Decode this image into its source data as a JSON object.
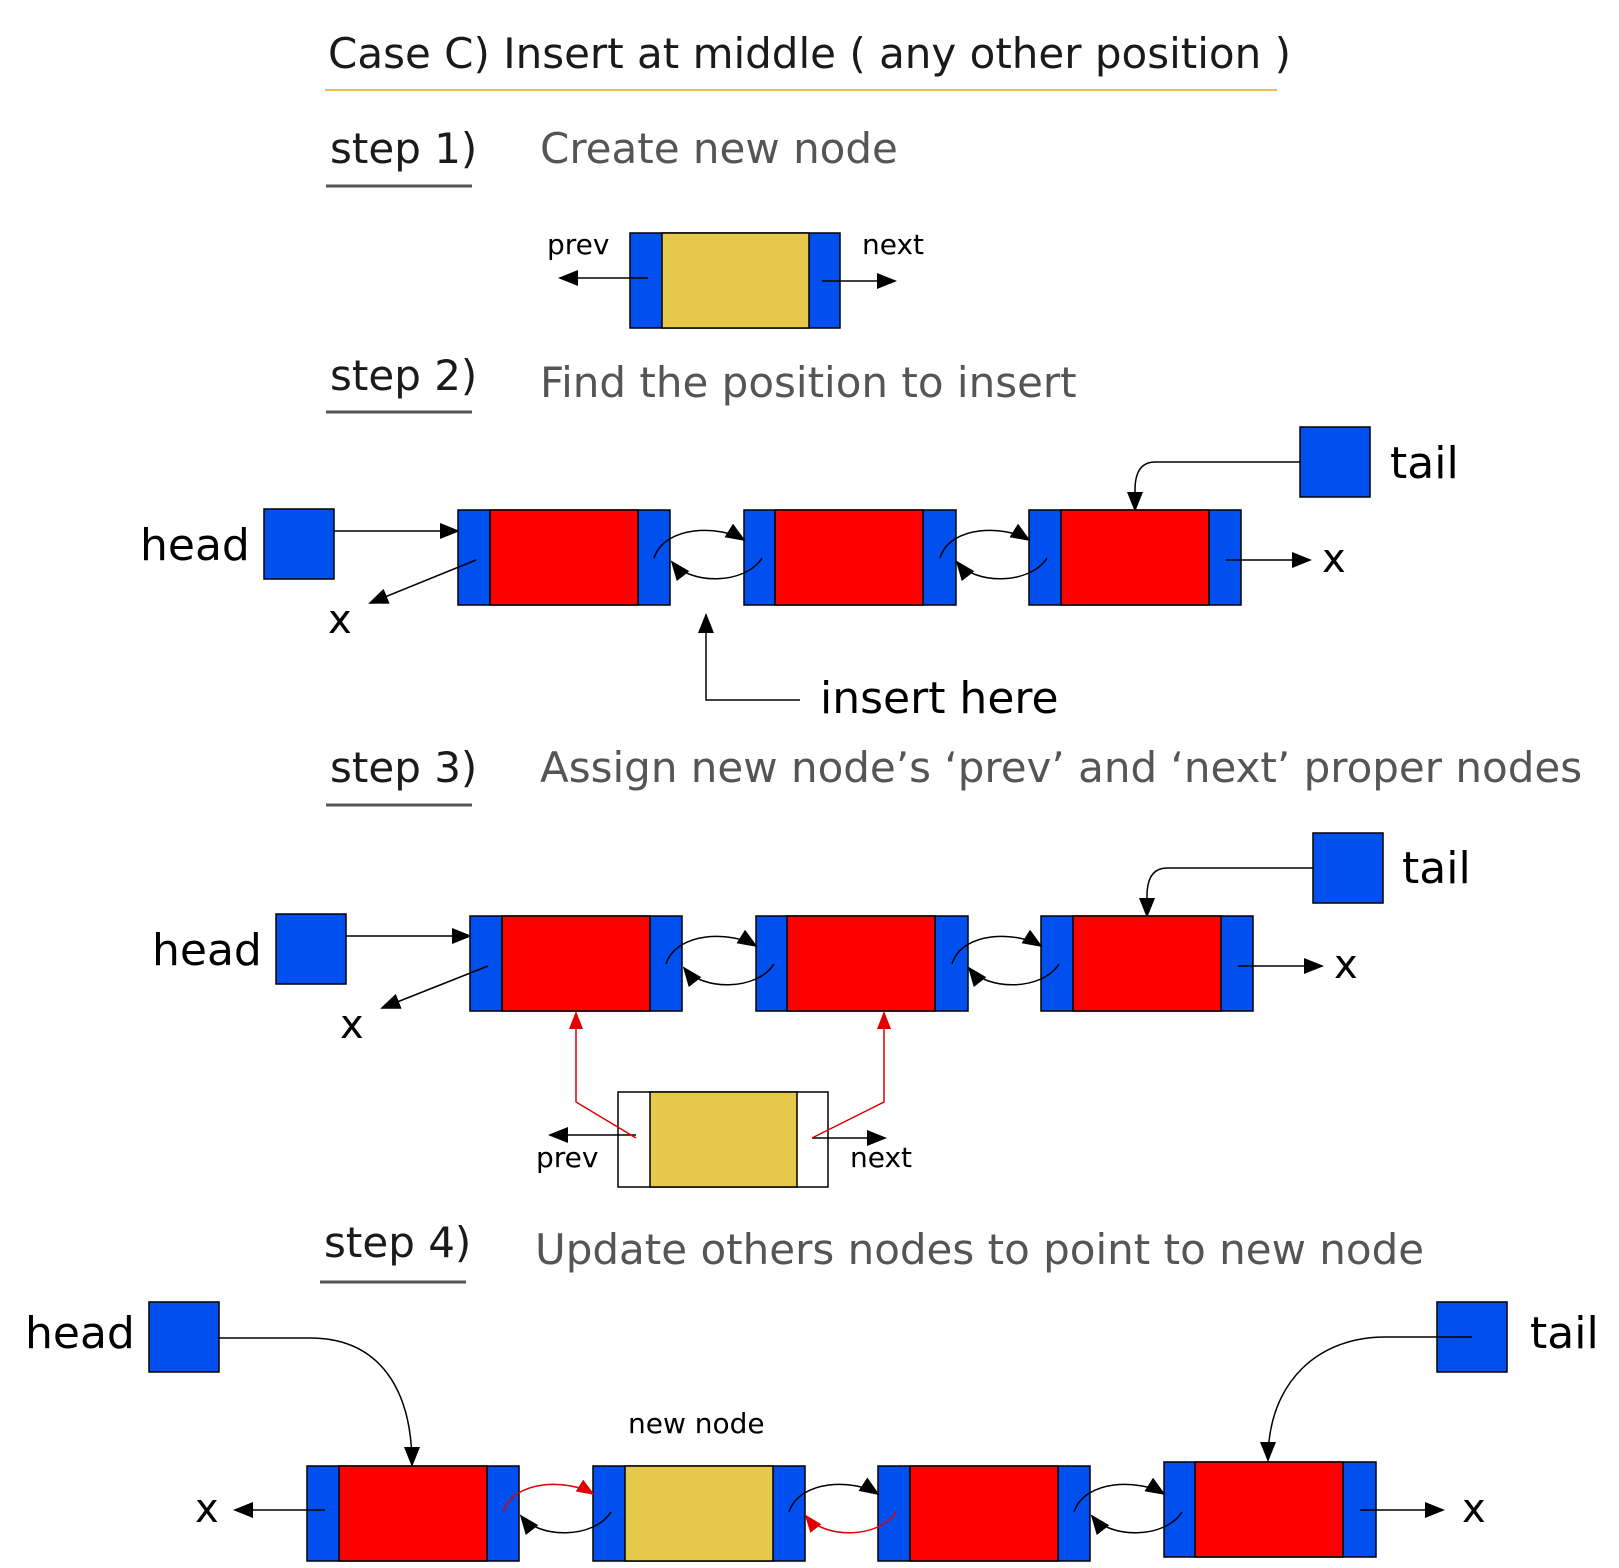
{
  "title": "Case C) Insert  at middle ( any other position )",
  "steps": [
    {
      "label": "step 1)",
      "description": "Create new node"
    },
    {
      "label": "step 2)",
      "description": "Find the position to insert"
    },
    {
      "label": "step 3)",
      "description": "Assign new node’s ‘prev’ and ‘next’ proper nodes"
    },
    {
      "label": "step 4)",
      "description": "Update others nodes to point to new node"
    }
  ],
  "labels": {
    "head": "head",
    "tail": "tail",
    "prev": "prev",
    "next": "next",
    "null": "x",
    "insert_here": "insert here",
    "new_node": "new node"
  },
  "colors": {
    "pointer_blue": "#0050f0",
    "node_red": "#ff0000",
    "new_node_yellow": "#e6c84a",
    "title_underline": "#e6c040",
    "step_underline": "#555555",
    "new_link_red": "#e00000"
  }
}
